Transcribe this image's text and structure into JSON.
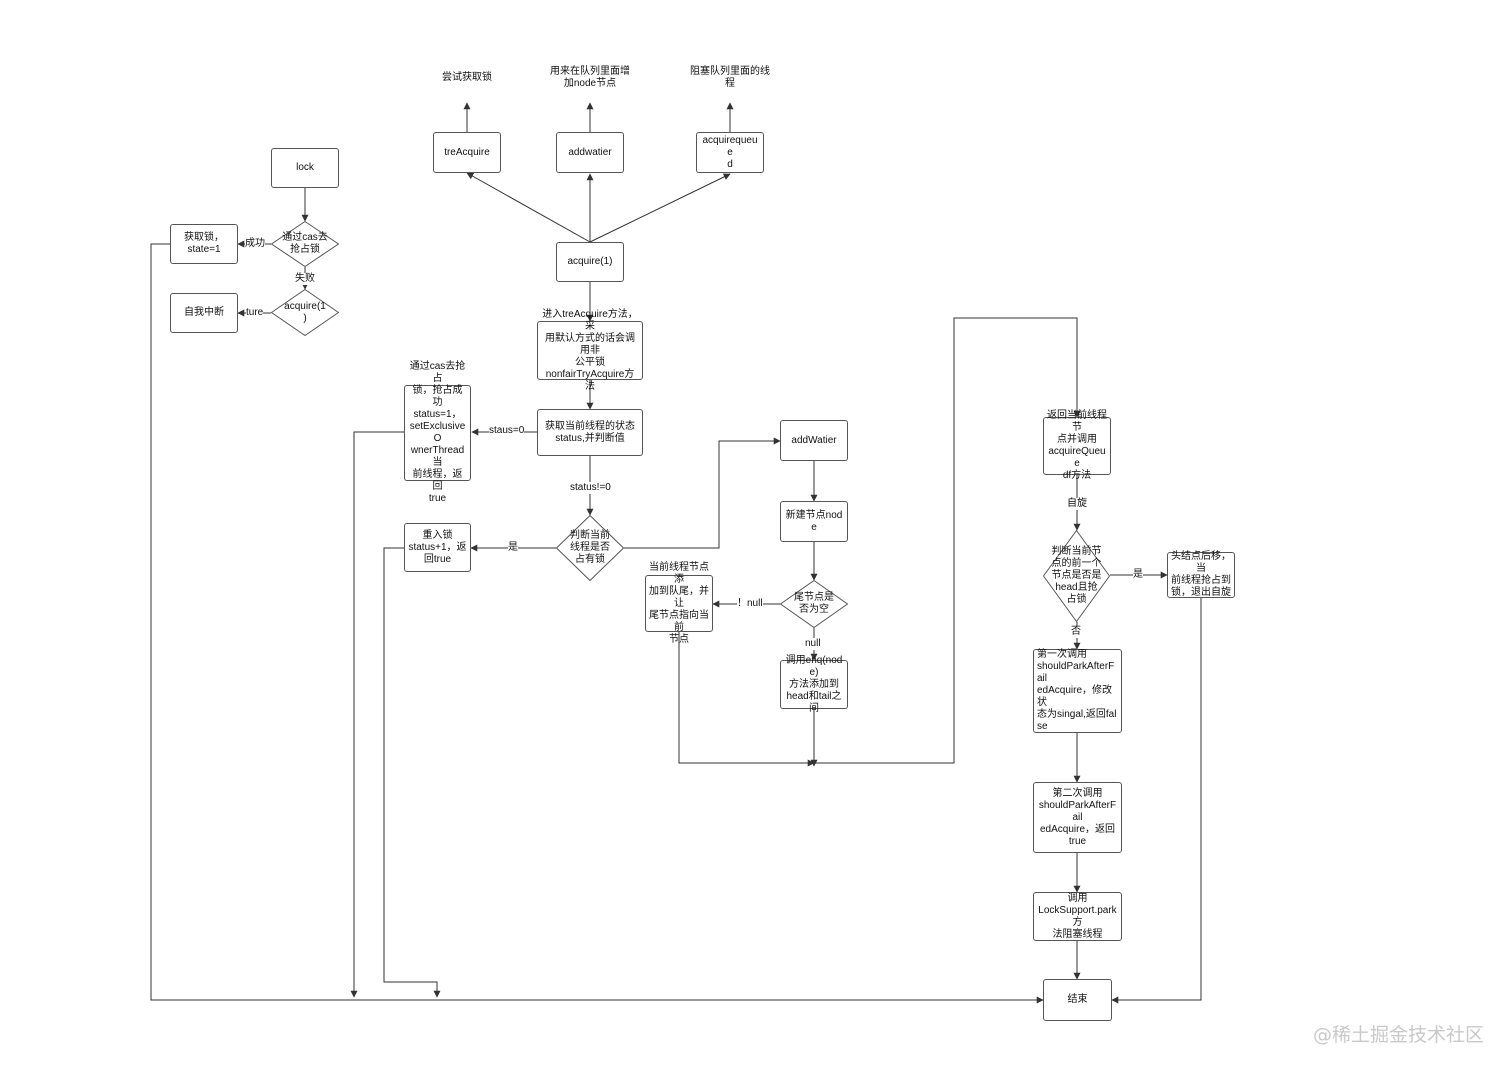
{
  "nodes": {
    "lock": "lock",
    "cas_grab": "通过cas去\n抢占锁",
    "get_lock": "获取锁，\nstate=1",
    "acquire_check": "acquire(1\n)",
    "self_interrupt": "自我中断",
    "acquire1": "acquire(1)",
    "treacquire": "treAcquire",
    "addwaiter_top": "addwatier",
    "acquirequeued": "acquirequeue\nd",
    "enter_treacquire": "进入treAcquire方法，采\n用默认方式的话会调用非\n公平锁\nnonfairTryAcquire方法",
    "get_state": "获取当前线程的状态\nstatus,并判断值",
    "cas_success": "通过cas去抢占\n锁，抢占成功\nstatus=1，\nsetExclusiveO\nwnerThread当\n前线程，返回\ntrue",
    "judge_owner": "判断当前\n线程是否\n占有锁",
    "reentrant": "重入锁\nstatus+1，返\n回true",
    "addwaiter": "addWatier",
    "new_node": "新建节点node",
    "tail_null": "尾节点是\n否为空",
    "add_tail": "当前线程节点添\n加到队尾，并让\n尾节点指向当前\n节点",
    "enq": "调用enq(node)\n方法添加到\nhead和tail之间",
    "return_node": "返回当前线程节\n点并调用\nacquireQueue\ndf方法",
    "judge_prev": "判断当前节\n点的前一个\n节点是否是\nhead且抢\n占锁",
    "head_move": "头结点后移，当\n前线程抢占到\n锁，退出自旋",
    "first_should": "第一次调用\nshouldParkAfterFail\nedAcquire，修改状\n态为singal,返回false",
    "second_should": "第二次调用\nshouldParkAfterFail\nedAcquire，返回\ntrue",
    "park": "调用\nLockSupport.park方\n法阻塞线程",
    "end": "结束"
  },
  "notes": {
    "try_get": "尝试获取锁",
    "add_node": "用来在队列里面增\n加node节点",
    "block_thread": "阻塞队列里面的线\n程"
  },
  "edge_labels": {
    "success": "成功",
    "fail": "失败",
    "ture": "ture",
    "staus0": "staus=0",
    "status_ne0": "status!=0",
    "yes1": "是",
    "not_null": "！null",
    "null": "null",
    "spin": "自旋",
    "yes2": "是",
    "no": "否"
  },
  "watermark": "@稀土掘金技术社区"
}
